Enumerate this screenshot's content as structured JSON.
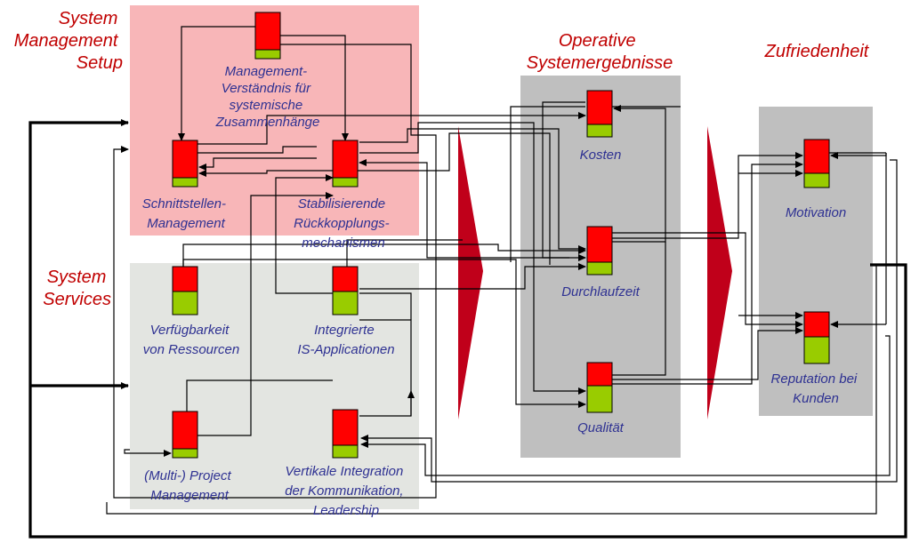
{
  "headers": {
    "sms_line1": "System",
    "sms_line2": "Management",
    "sms_line3": "Setup",
    "svc_line1": "System",
    "svc_line2": "Services",
    "op_line1": "Operative",
    "op_line2": "Systemergebnisse",
    "zuf": "Zufriedenheit"
  },
  "nodes": {
    "mgmt_verstaendnis": [
      "Management-",
      "Verständnis für",
      "systemische",
      "Zusammenhänge"
    ],
    "schnittstellen": [
      "Schnittstellen-",
      "Management"
    ],
    "stabilisierende": [
      "Stabilisierende",
      "Rückkopplungs-",
      "mechanismen"
    ],
    "verfuegbarkeit": [
      "Verfügbarkeit",
      "von Ressourcen"
    ],
    "integrierte": [
      "Integrierte",
      "IS-Applicationen"
    ],
    "project_mgmt": [
      "(Multi-) Project",
      "Management"
    ],
    "vertikale": [
      "Vertikale Integration",
      "der Kommunikation,",
      "Leadership"
    ],
    "kosten": [
      "Kosten"
    ],
    "durchlaufzeit": [
      "Durchlaufzeit"
    ],
    "qualitaet": [
      "Qualität"
    ],
    "motivation": [
      "Motivation"
    ],
    "reputation": [
      "Reputation bei",
      "Kunden"
    ]
  },
  "colors": {
    "pink_panel": "#f8b6b8",
    "services_panel": "#e3e5e1",
    "grey_panel": "#bfbfbf",
    "indicator_red": "#ff0000",
    "indicator_green": "#99cc00",
    "arrow_red": "#c0001a",
    "header_red": "#c00000",
    "label_blue": "#2e3192"
  }
}
